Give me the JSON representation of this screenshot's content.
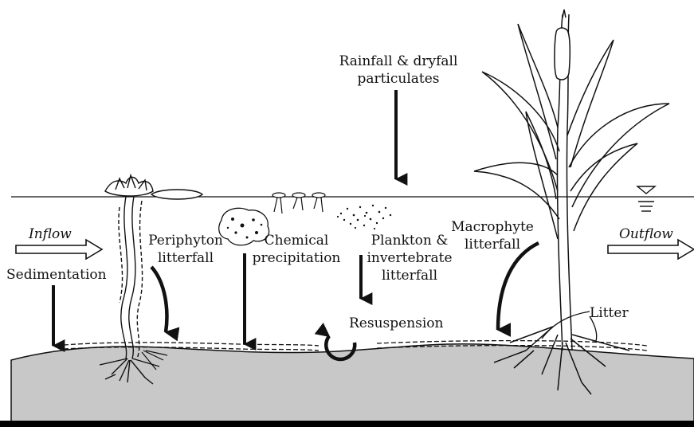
{
  "labels": {
    "rainfall_line1": "Rainfall & dryfall",
    "rainfall_line2": "particulates",
    "inflow": "Inflow",
    "outflow": "Outflow",
    "sedimentation": "Sedimentation",
    "periphyton_line1": "Periphyton",
    "periphyton_line2": "litterfall",
    "chemical_line1": "Chemical",
    "chemical_line2": "precipitation",
    "plankton_line1": "Plankton &",
    "plankton_line2": "invertebrate",
    "plankton_line3": "litterfall",
    "macrophyte_line1": "Macrophyte",
    "macrophyte_line2": "litterfall",
    "resuspension": "Resuspension",
    "litter": "Litter"
  },
  "colors": {
    "sediment": "#c8c8c8",
    "ink": "#111111",
    "background": "#ffffff"
  }
}
